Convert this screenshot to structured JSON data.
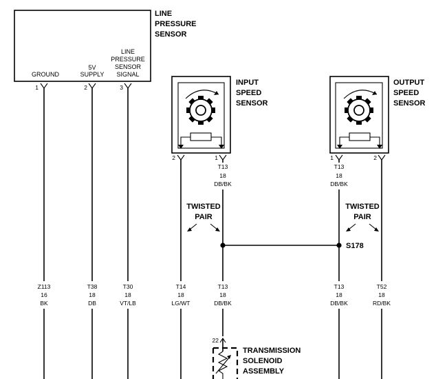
{
  "lps": {
    "title": [
      "LINE",
      "PRESSURE",
      "SENSOR"
    ],
    "pins": [
      {
        "label": [
          "GROUND"
        ],
        "num": "1"
      },
      {
        "label": [
          "5V",
          "SUPPLY"
        ],
        "num": "2"
      },
      {
        "label": [
          "LINE",
          "PRESSURE",
          "SENSOR",
          "SIGNAL"
        ],
        "num": "3"
      }
    ]
  },
  "iss": {
    "title": [
      "INPUT",
      "SPEED",
      "SENSOR"
    ],
    "pins": [
      {
        "num": "2"
      },
      {
        "num": "1"
      }
    ]
  },
  "oss": {
    "title": [
      "OUTPUT",
      "SPEED",
      "SENSOR"
    ],
    "pins": [
      {
        "num": "1"
      },
      {
        "num": "2"
      }
    ]
  },
  "twisted_pair": [
    "TWISTED",
    "PAIR"
  ],
  "splice": "S178",
  "wires_top": [
    {
      "circuit": "T13",
      "gauge": "18",
      "color": "DB/BK"
    },
    {
      "circuit": "T13",
      "gauge": "18",
      "color": "DB/BK"
    }
  ],
  "wires_bottom": [
    {
      "circuit": "Z113",
      "gauge": "16",
      "color": "BK"
    },
    {
      "circuit": "T38",
      "gauge": "18",
      "color": "DB"
    },
    {
      "circuit": "T30",
      "gauge": "18",
      "color": "VT/LB"
    },
    {
      "circuit": "T14",
      "gauge": "18",
      "color": "LG/WT"
    },
    {
      "circuit": "T13",
      "gauge": "18",
      "color": "DB/BK"
    },
    {
      "circuit": "T13",
      "gauge": "18",
      "color": "DB/BK"
    },
    {
      "circuit": "T52",
      "gauge": "18",
      "color": "RD/BK"
    }
  ],
  "solenoid": {
    "pin": "22",
    "title": [
      "TRANSMISSION",
      "SOLENOID",
      "ASSEMBLY"
    ]
  }
}
